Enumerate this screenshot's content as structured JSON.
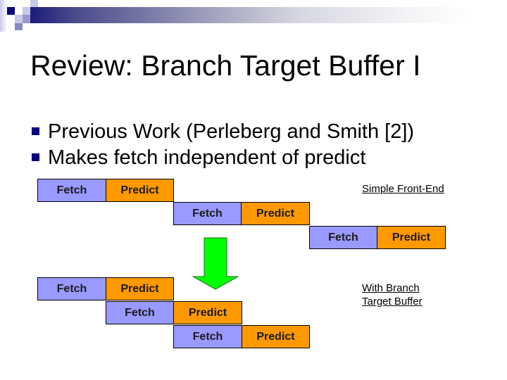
{
  "slide": {
    "title": "Review: Branch Target Buffer I",
    "bullets": [
      "Previous Work (Perleberg and Smith [2])",
      "Makes fetch independent of predict"
    ],
    "colors": {
      "fetch": "#9999ff",
      "predict": "#ff9900",
      "arrow": "#00ff00",
      "bullet": "#000080",
      "title_bar_start": "#1c1c7a"
    }
  },
  "diagram": {
    "simple_label": "Simple Front-End",
    "btb_label_line1": "With Branch",
    "btb_label_line2": "Target Buffer",
    "simple_rows": [
      {
        "fetch": "Fetch",
        "predict": "Predict"
      },
      {
        "fetch": "Fetch",
        "predict": "Predict"
      },
      {
        "fetch": "Fetch",
        "predict": "Predict"
      }
    ],
    "btb_rows": [
      {
        "fetch": "Fetch",
        "predict": "Predict"
      },
      {
        "fetch": "Fetch",
        "predict": "Predict"
      },
      {
        "fetch": "Fetch",
        "predict": "Predict"
      }
    ],
    "arrow_icon": "down-arrow-icon"
  }
}
